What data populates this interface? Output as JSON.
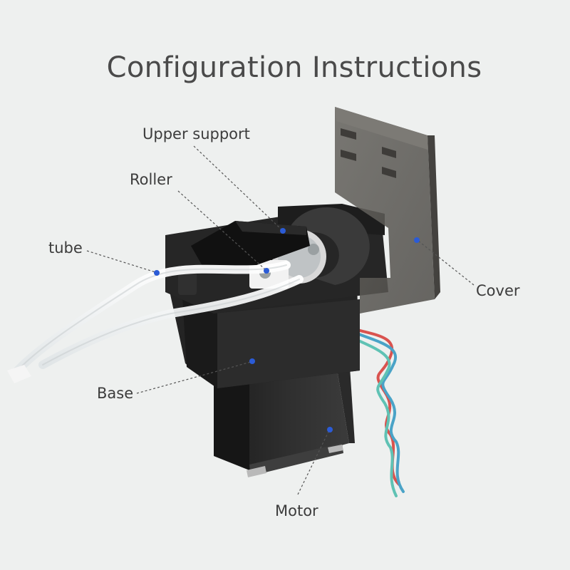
{
  "title": "Configuration Instructions",
  "labels": {
    "upper_support": "Upper support",
    "roller": "Roller",
    "tube": "tube",
    "cover": "Cover",
    "base": "Base",
    "motor": "Motor"
  },
  "colors": {
    "background": "#eef0ef",
    "pointer_dot": "#2b5bd6",
    "leader_line": "#555555",
    "title_text": "#4a4a4a",
    "body_black": "#232323",
    "cover_smoke": "#5e5c58",
    "wire_red": "#d9534f",
    "wire_blue": "#4aa3c7",
    "wire_teal": "#5fc2b4"
  }
}
